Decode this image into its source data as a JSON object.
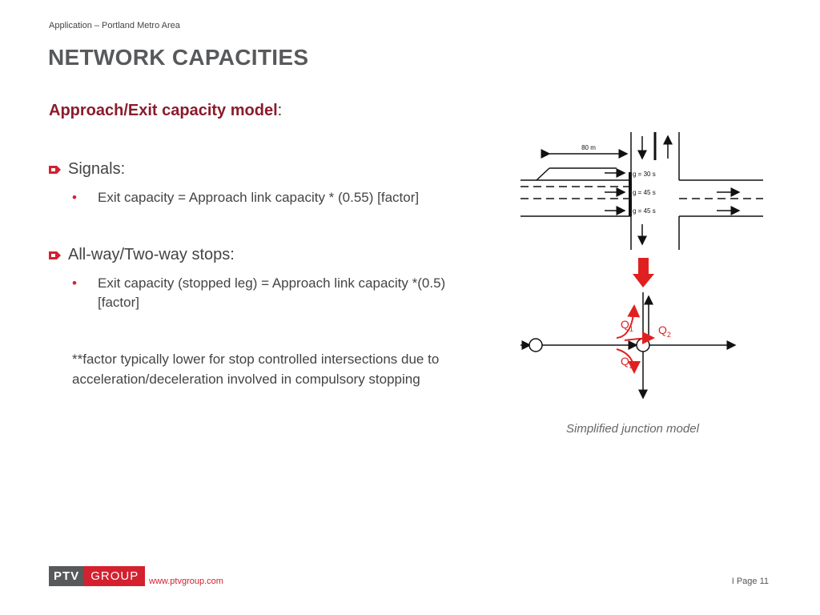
{
  "header": {
    "breadcrumb": "Application – Portland Metro Area",
    "title": "NETWORK CAPACITIES"
  },
  "subhead": {
    "bold": "Approach/Exit capacity model",
    "suffix": ":"
  },
  "sections": [
    {
      "label": "Signals:",
      "bullets": [
        "Exit capacity = Approach link capacity * (0.55) [factor]"
      ]
    },
    {
      "label": "All-way/Two-way stops:",
      "bullets": [
        "Exit capacity (stopped leg) = Approach link capacity *(0.5) [factor]"
      ]
    }
  ],
  "note": "**factor typically lower for stop controlled intersections due to acceleration/deceleration involved in compulsory stopping",
  "diagram": {
    "distance_label": "80 m",
    "green_times": [
      "g = 30 s",
      "g = 45 s",
      "g = 45 s"
    ],
    "queue_labels": {
      "q1": "Q",
      "q1_sub": "1",
      "q2": "Q",
      "q2_sub": "2",
      "q3": "Q",
      "q3_sub": "3"
    },
    "caption": "Simplified junction model"
  },
  "footer": {
    "logo_left": "PTV",
    "logo_right": "GROUP",
    "url": "www.ptvgroup.com",
    "page": "I Page 11"
  },
  "colors": {
    "accent": "#d3212f",
    "title": "#58595b",
    "subhead": "#8a1c2b"
  }
}
